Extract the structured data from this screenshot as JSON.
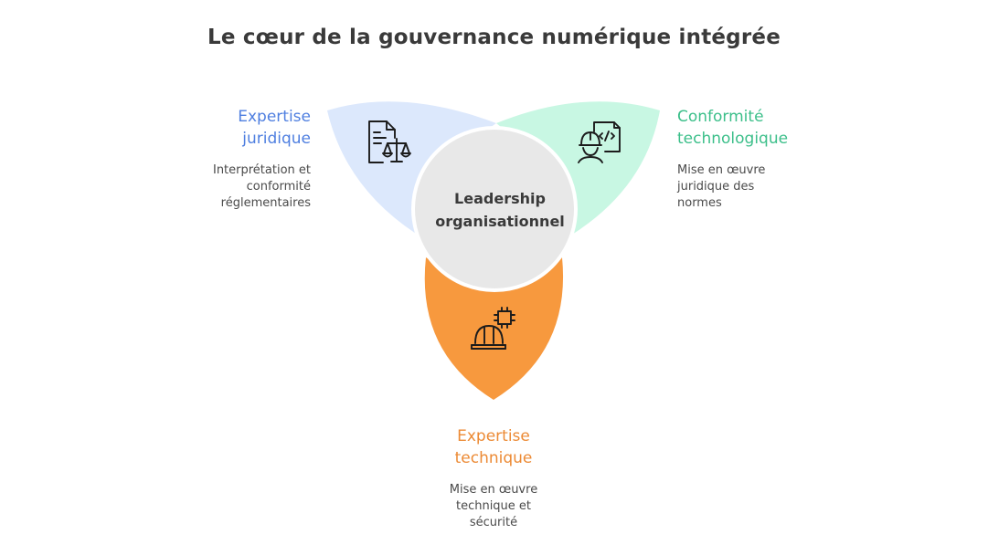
{
  "title": "Le cœur de la gouvernance numérique intégrée",
  "center": {
    "line1": "Leadership",
    "line2": "organisationnel"
  },
  "colors": {
    "legal": "#4f7fe0",
    "legal_fill": "#dce8fc",
    "tech_conformity": "#3cbf8a",
    "tech_conformity_fill": "#c8f7e3",
    "technical": "#ec8a34",
    "technical_fill": "#f7993e",
    "center_fill": "#e8e8e8"
  },
  "petals": [
    {
      "id": "legal",
      "title_line1": "Expertise",
      "title_line2": "juridique",
      "desc_line1": "Interprétation et",
      "desc_line2": "conformité",
      "desc_line3": "réglementaires",
      "icon": "legal-document-scales-icon"
    },
    {
      "id": "tech-conformity",
      "title_line1": "Conformité",
      "title_line2": "technologique",
      "desc_line1": "Mise en œuvre",
      "desc_line2": "juridique des",
      "desc_line3": "normes",
      "icon": "developer-code-icon"
    },
    {
      "id": "technical",
      "title_line1": "Expertise",
      "title_line2": "technique",
      "desc_line1": "Mise en œuvre",
      "desc_line2": "technique et",
      "desc_line3": "sécurité",
      "icon": "hardhat-chip-icon"
    }
  ]
}
